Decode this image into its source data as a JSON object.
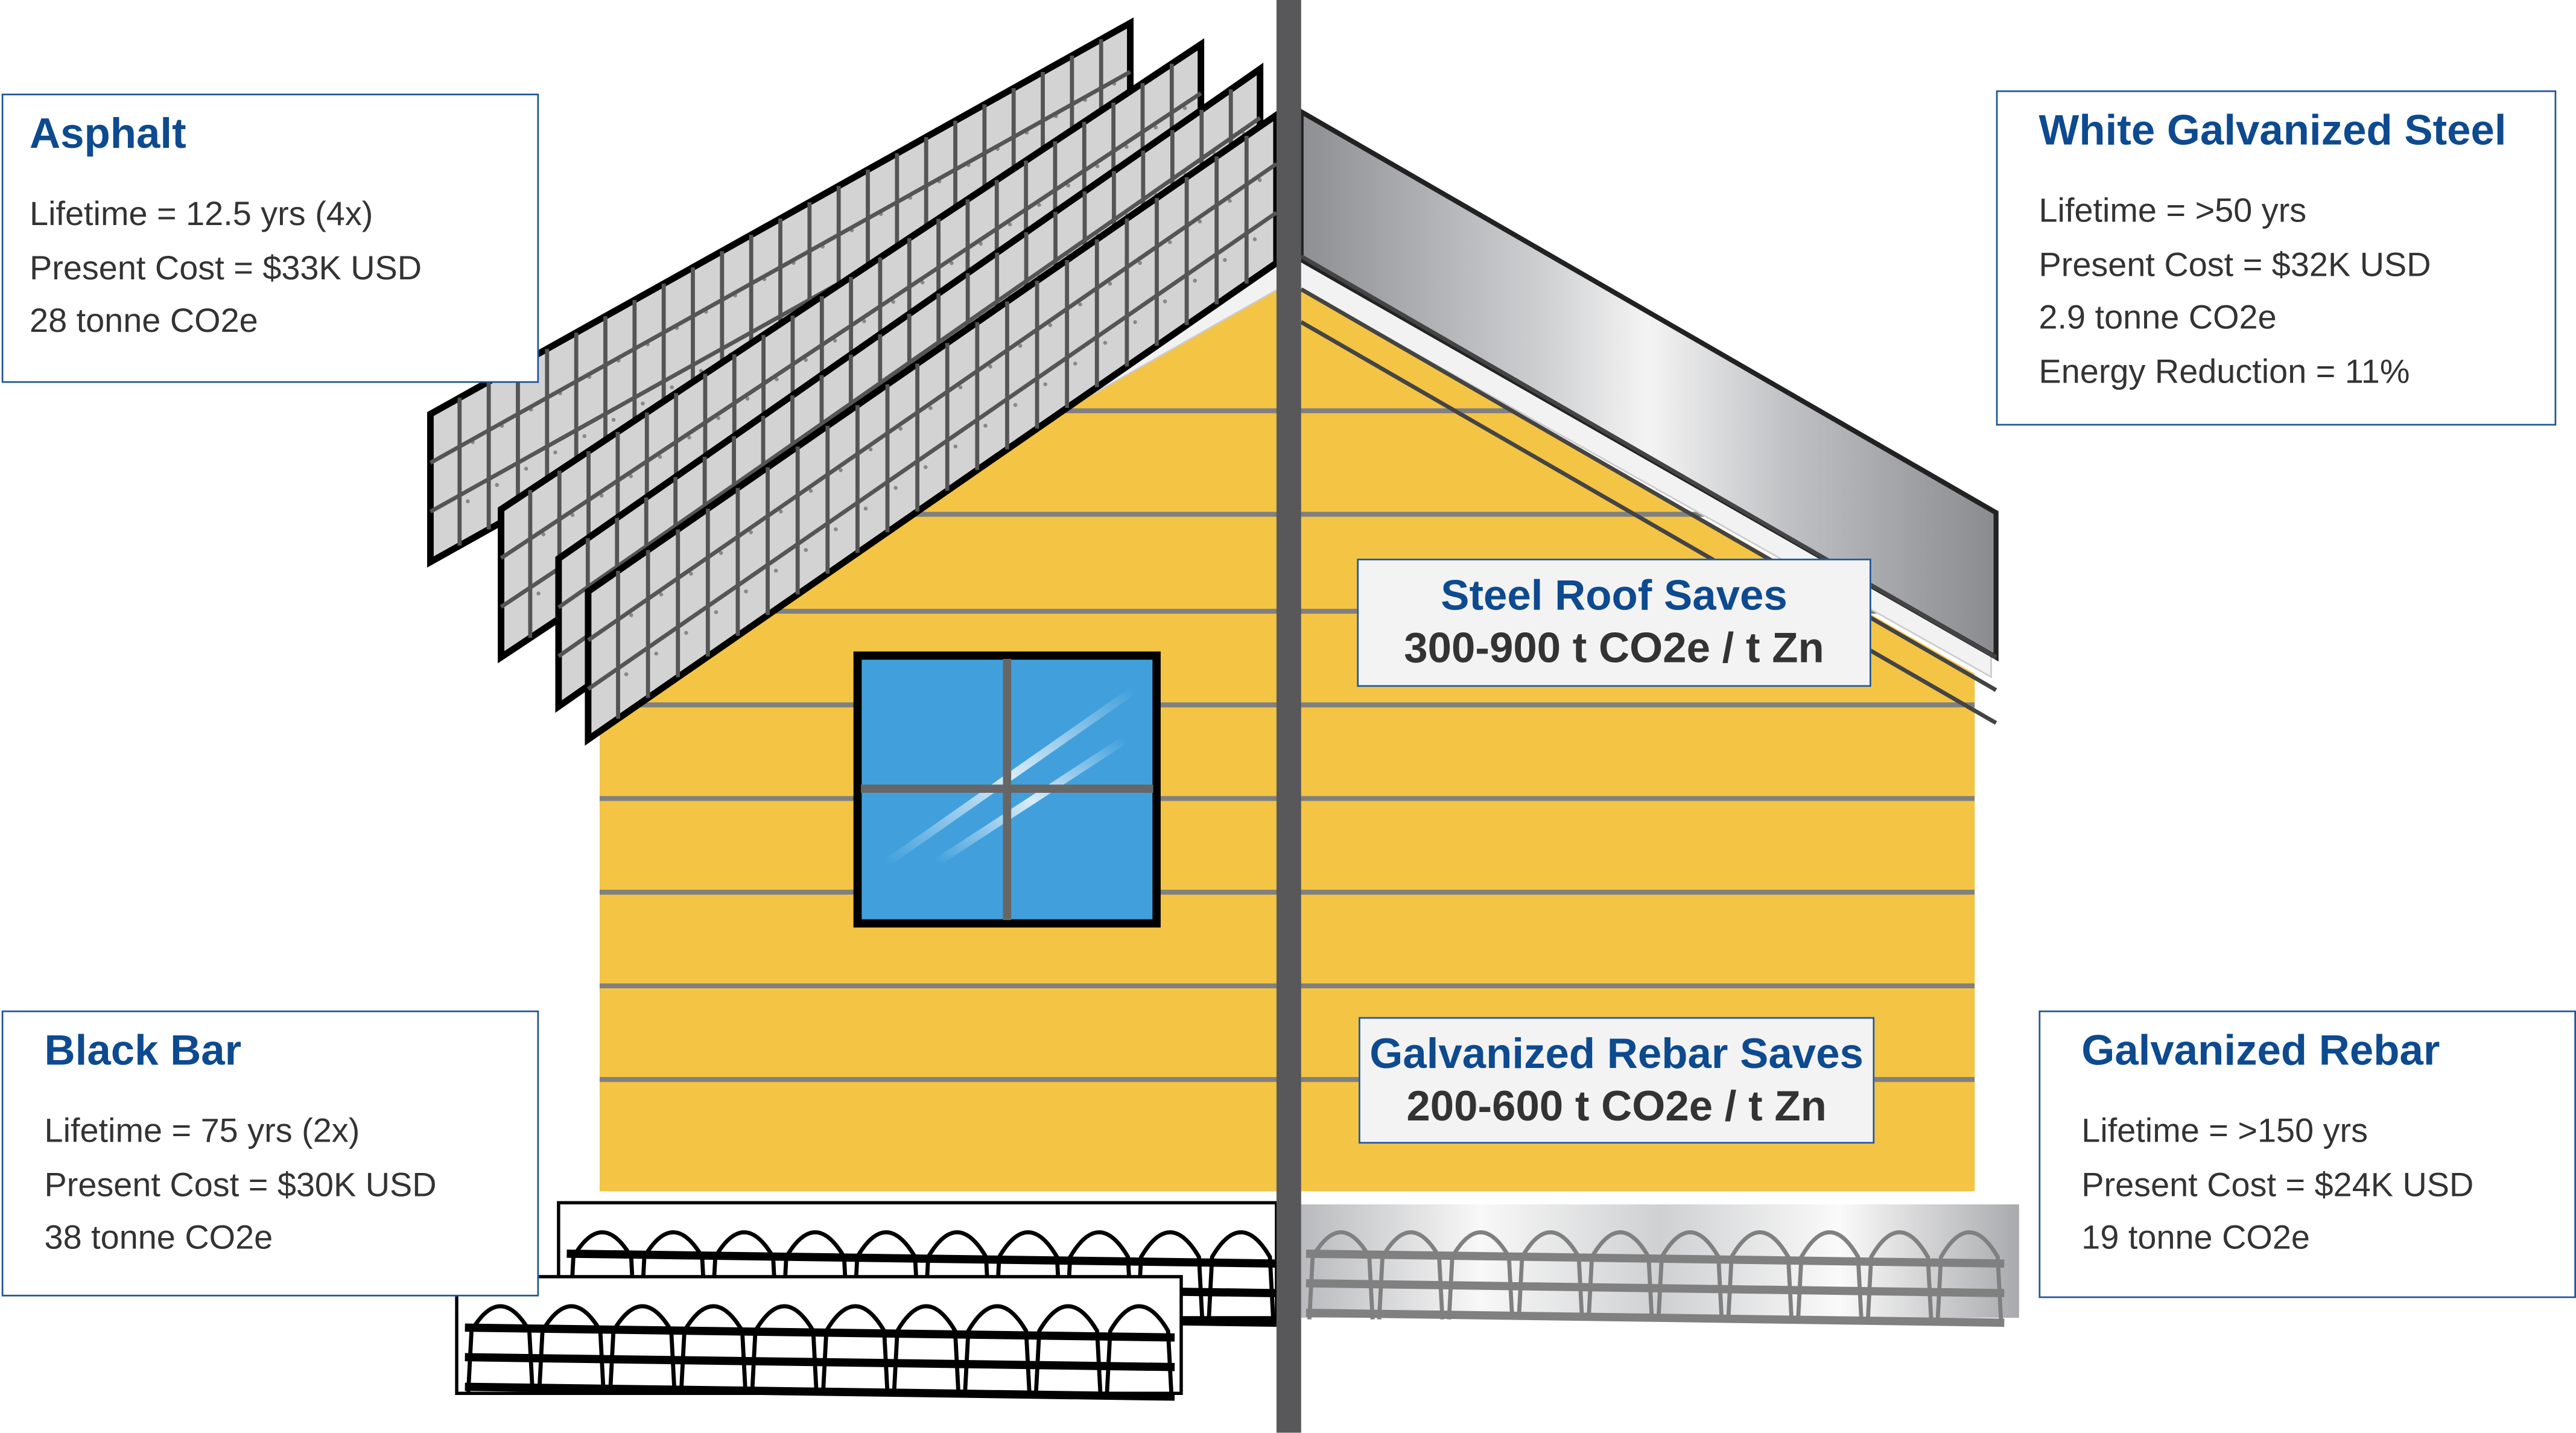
{
  "colors": {
    "title": "#0d4a8f",
    "text": "#333333",
    "house": "#f4c444",
    "window": "#41a0dc",
    "pole": "#58585a",
    "border": "#1f5597"
  },
  "asphalt": {
    "title": "Asphalt",
    "lines": [
      "Lifetime = 12.5 yrs (4x)",
      "Present Cost = $33K USD",
      "28 tonne CO2e"
    ]
  },
  "steel": {
    "title": "White Galvanized Steel",
    "lines": [
      "Lifetime = >50 yrs",
      "Present Cost = $32K USD",
      "2.9 tonne CO2e",
      "Energy Reduction = 11%"
    ]
  },
  "blackbar": {
    "title": "Black Bar",
    "lines": [
      "Lifetime = 75 yrs (2x)",
      "Present Cost = $30K USD",
      "38 tonne CO2e"
    ]
  },
  "rebar": {
    "title": "Galvanized Rebar",
    "lines": [
      "Lifetime = >150 yrs",
      "Present Cost = $24K USD",
      "19 tonne CO2e"
    ]
  },
  "roof_saves": {
    "title": "Steel Roof Saves",
    "value": "300-900 t CO2e / t Zn"
  },
  "rebar_saves": {
    "title": "Galvanized Rebar Saves",
    "value": "200-600 t CO2e / t Zn"
  }
}
